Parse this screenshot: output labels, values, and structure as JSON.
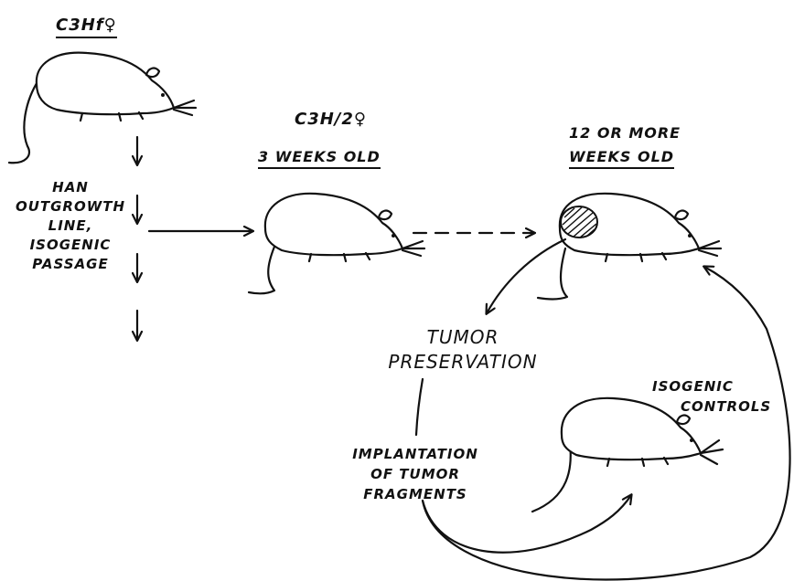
{
  "donor": {
    "title": "C3Hf♀"
  },
  "recipient": {
    "title": "C3H/2♀",
    "age": "3 WEEKS OLD"
  },
  "tumor_host": {
    "age_line1": "12 OR MORE",
    "age_line2": "WEEKS OLD"
  },
  "outgrowth": {
    "line1": "HAN",
    "line2": "OUTGROWTH",
    "line3": "LINE,",
    "line4": "ISOGENIC",
    "line5": "PASSAGE"
  },
  "preservation": {
    "line1": "TUMOR",
    "line2": "PRESERVATION"
  },
  "implantation": {
    "line1": "IMPLANTATION",
    "line2": "OF TUMOR",
    "line3": "FRAGMENTS"
  },
  "controls": {
    "line1": "ISOGENIC",
    "line2": "CONTROLS"
  }
}
